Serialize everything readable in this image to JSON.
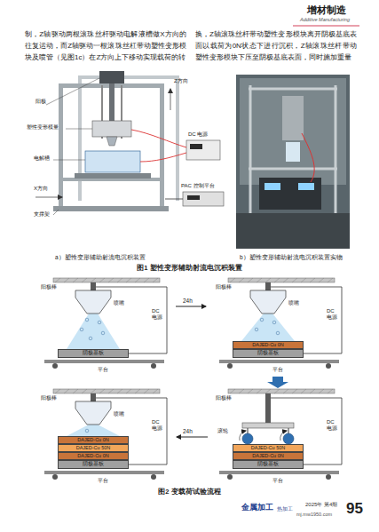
{
  "diagram": {
    "nodes": [
      {
        "text": [
          "阴极基板"
        ]
      },
      {
        "text": [
          "DAJED-Cu 0N"
        ]
      },
      {
        "text": [
          "阴极基板"
        ]
      },
      {
        "text": [
          "DAJED-Cu 0N"
        ]
      },
      {
        "text": [
          "DAJED-Cu 50N"
        ]
      },
      {
        "text": [
          "DAJED-Cu 0N"
        ]
      },
      {
        "text": [
          "阴极基板"
        ]
      },
      {
        "text": [
          "DAJED-Cu 50N"
        ]
      },
      {
        "text": [
          "DAJED-Cu 0N"
        ]
      },
      {
        "text": [
          "阴极基板"
        ]
      }
    ],
    "labels": [
      "增材制造",
      "Additive Manufacturing",
      "制，Z轴驱动两根滚珠丝杆驱动电解液槽做X方向的往复运动，而Z轴驱动一根滚珠丝杠带动塑性变形模块及喷管（见图1c）在Z方向上下移动实现载荷的转",
      "换，Z轴滚珠丝杆带动塑性变形模块离开阴极基底表面以载荷为0N状态下进行沉积，Z轴滚珠丝杆带动塑性变形模块下压至阴极基底表面，同时施加重量",
      "阳极",
      "Z方向",
      "塑性变形模量",
      "DC 电源",
      "电解槽",
      "PAC 控制平台",
      "X方向",
      "支撑架",
      "a）塑性变形辅助射流电沉积装置",
      "b）塑性变形辅助射流电沉积装置实物",
      "图1  塑性变形辅助射流电沉积装置",
      "阳极棒",
      "喷嘴",
      "DC 电源",
      "平台",
      "24h",
      "阳极棒",
      "喷嘴",
      "DC 电源",
      "平台",
      "阳极棒",
      "喷嘴",
      "DC 电源",
      "平台",
      "24h",
      "阳极棒",
      "DC 电源",
      "滚轮",
      "平台",
      "图2  变载荷试验流程",
      "金属加工",
      "热加工",
      "2025年 第4期",
      "mj.mw1950.com",
      "95"
    ]
  }
}
